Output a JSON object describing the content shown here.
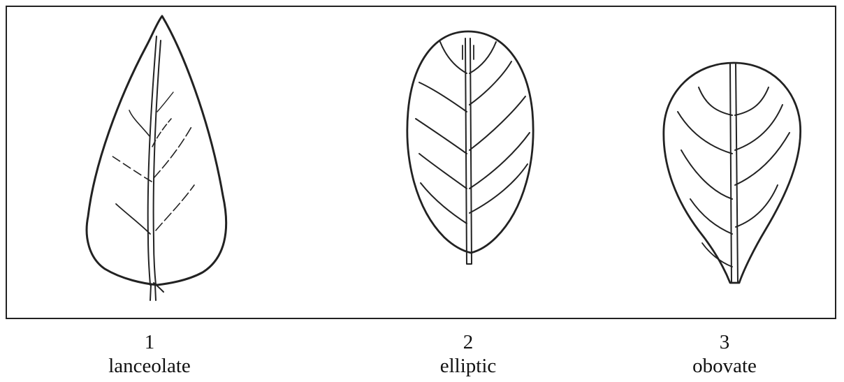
{
  "figure": {
    "line_color": "#222222",
    "leaves": [
      {
        "number": "1",
        "name": "lanceolate",
        "icon": "lanceolate-leaf-icon"
      },
      {
        "number": "2",
        "name": "elliptic",
        "icon": "elliptic-leaf-icon"
      },
      {
        "number": "3",
        "name": "obovate",
        "icon": "obovate-leaf-icon"
      }
    ]
  }
}
